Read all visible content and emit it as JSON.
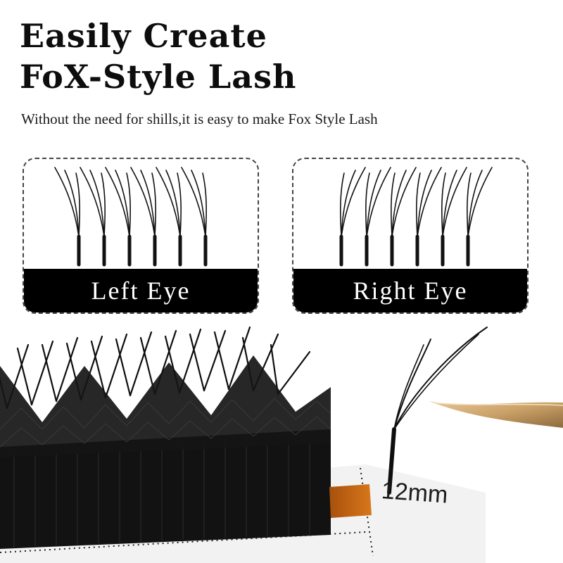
{
  "headline": {
    "line1": "Easily Create",
    "line2": "FoX-Style Lash"
  },
  "subheadline": "Without the need for shills,it is easy to make Fox Style Lash",
  "cards": [
    {
      "label": "Left Eye"
    },
    {
      "label": "Right Eye"
    }
  ],
  "length_label": "12mm",
  "colors": {
    "lash": "#111111",
    "label_bg": "#000000",
    "strip": "#c8630e",
    "tweezer": "#c9a067"
  }
}
